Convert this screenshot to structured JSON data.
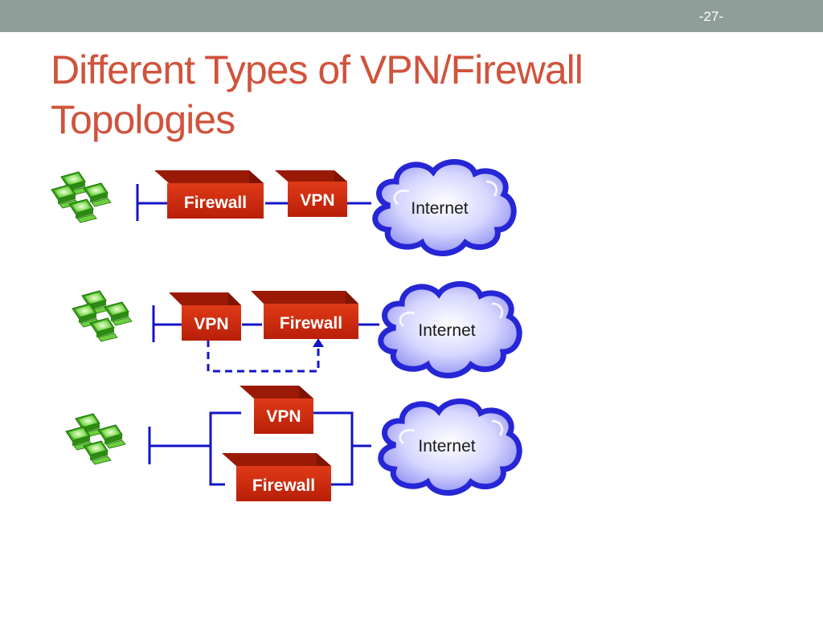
{
  "slide": {
    "page_number": "-27-",
    "title_line1": "Different Types of VPN/Firewall",
    "title_line2": "Topologies"
  },
  "colors": {
    "header_bar": "#8f9e98",
    "title": "#d0533c",
    "box_front": "#cc2a0e",
    "box_top": "#9a1a06",
    "connector": "#1414c8",
    "cloud": "#2626d6"
  },
  "diagram": {
    "row1": {
      "firewall_label": "Firewall",
      "vpn_label": "VPN",
      "internet_label": "Internet"
    },
    "row2": {
      "vpn_label": "VPN",
      "firewall_label": "Firewall",
      "internet_label": "Internet"
    },
    "row3": {
      "vpn_label": "VPN",
      "firewall_label": "Firewall",
      "internet_label": "Internet"
    }
  }
}
